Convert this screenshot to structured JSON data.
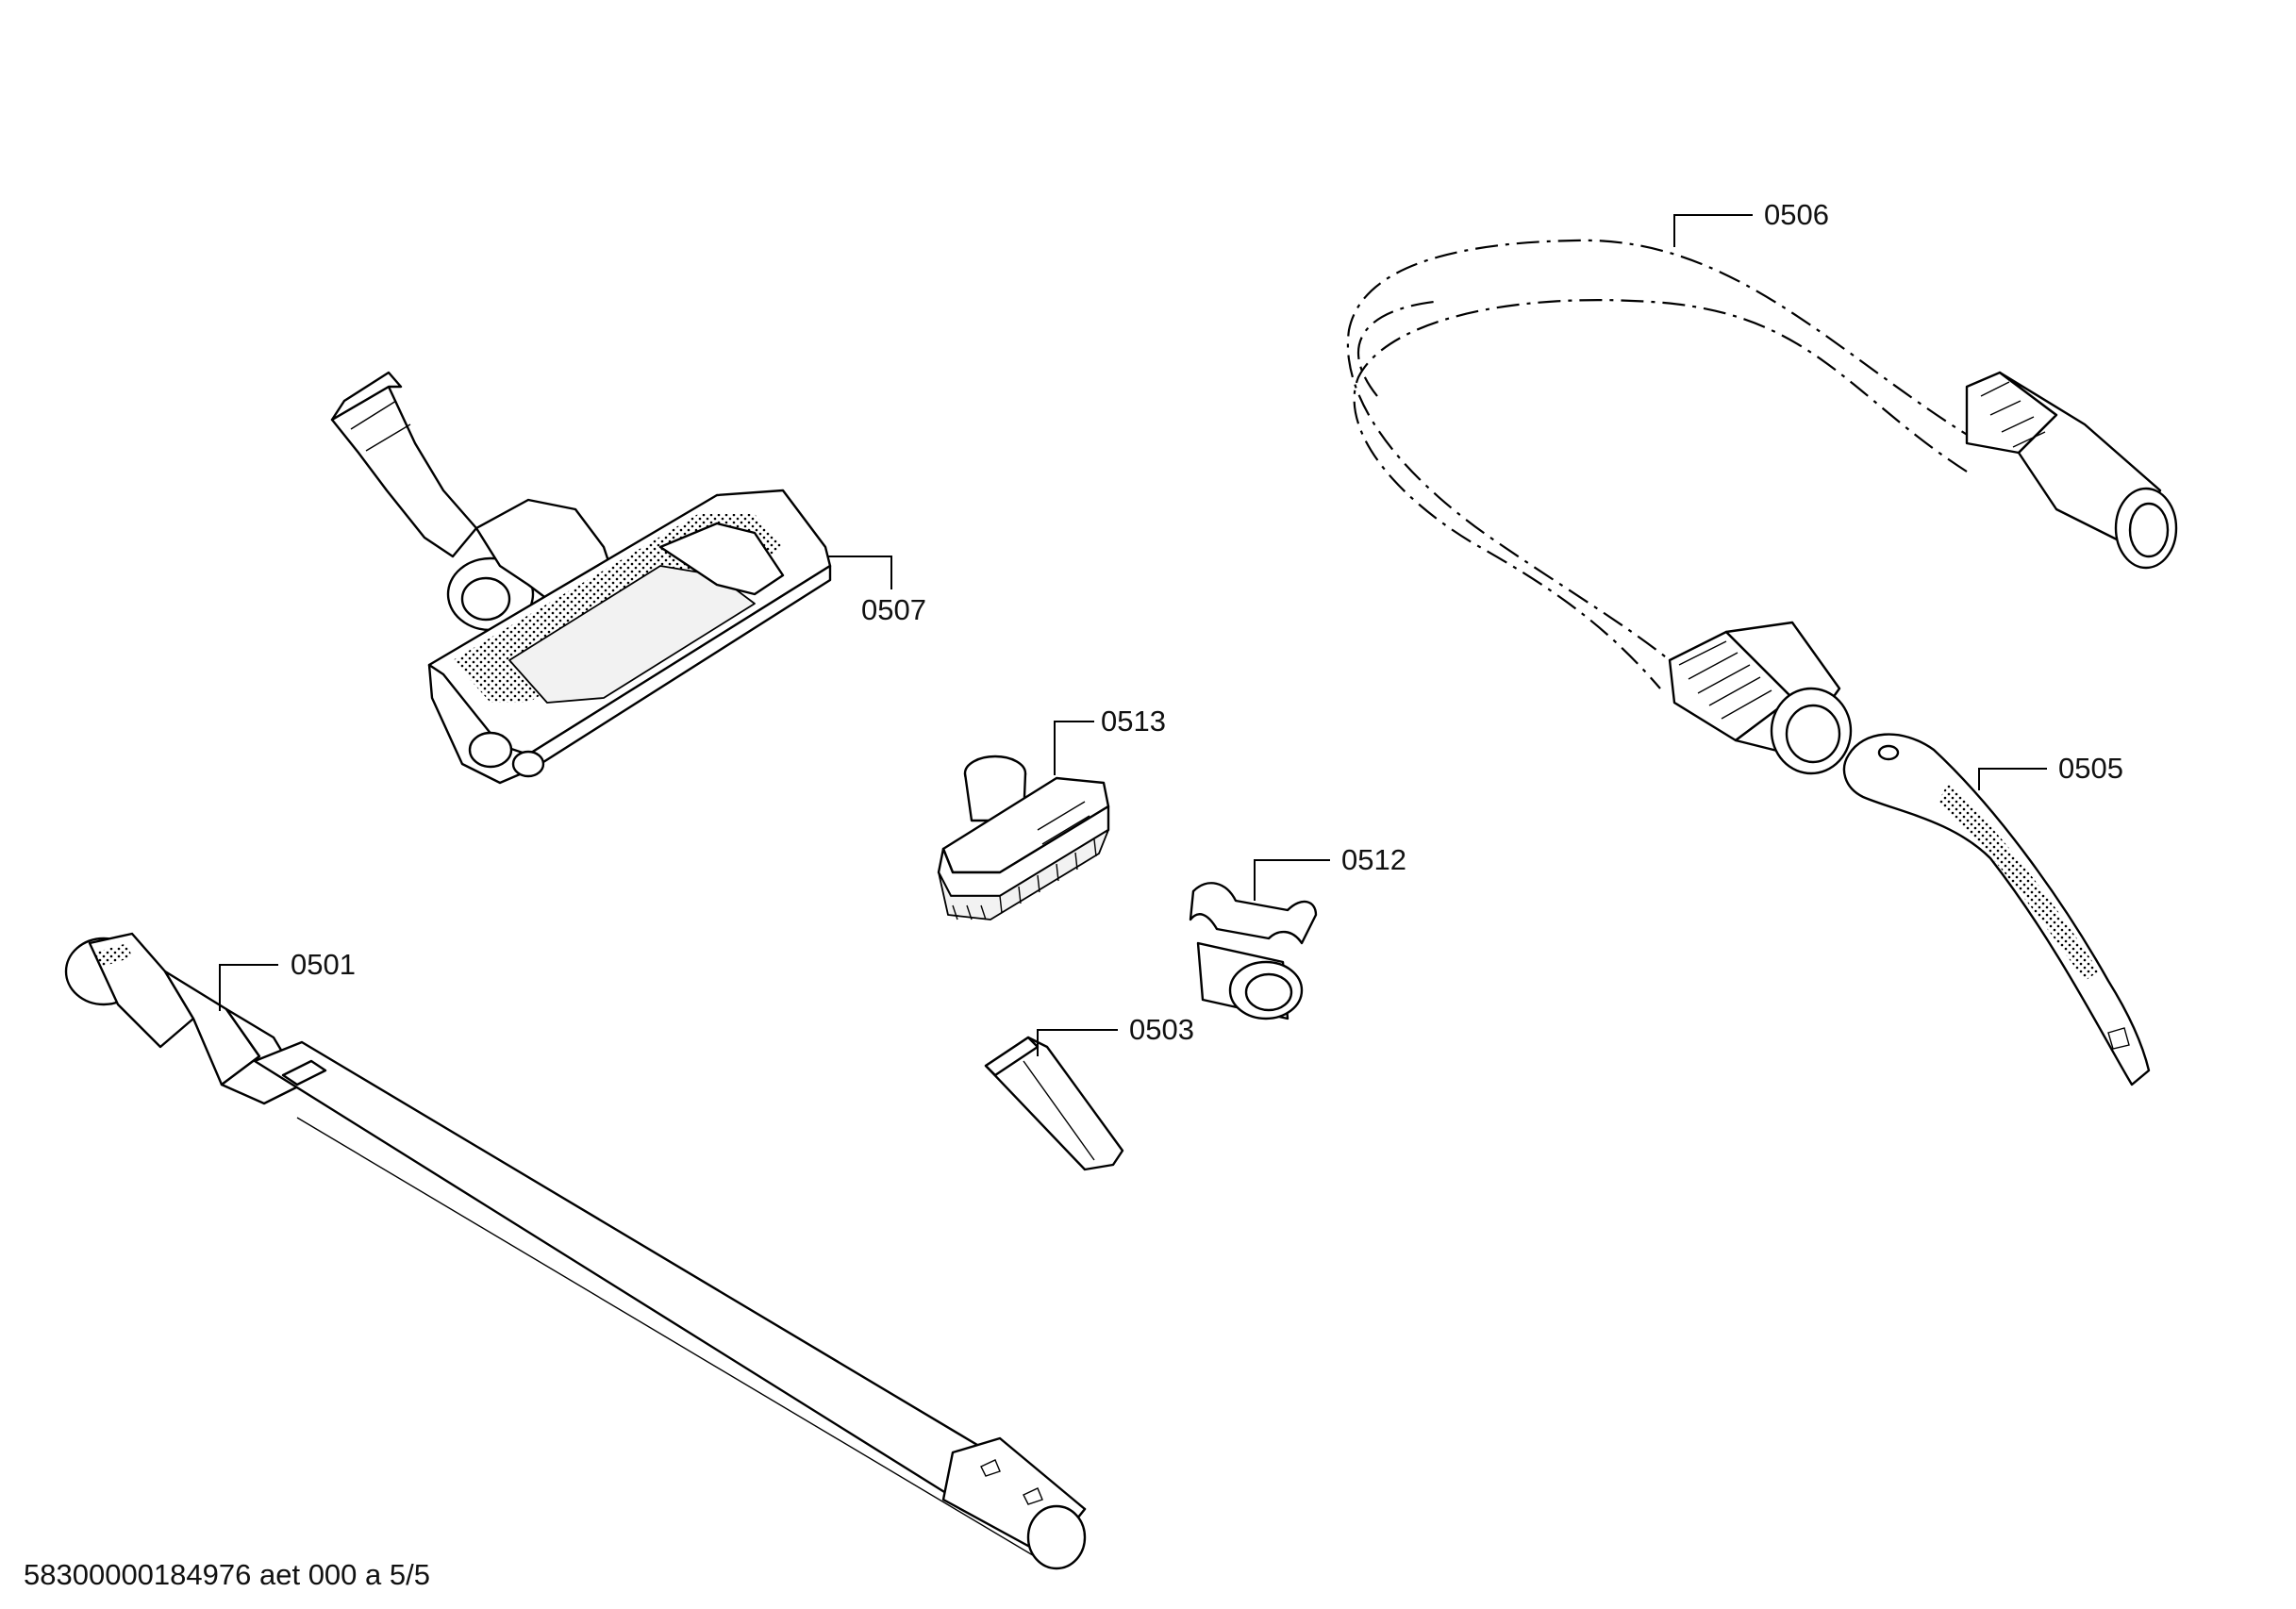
{
  "footer": {
    "doc_code": "58300000184976 aet 000 a 5/5"
  },
  "callouts": {
    "p0501": "0501",
    "p0503": "0503",
    "p0505": "0505",
    "p0506": "0506",
    "p0507": "0507",
    "p0512": "0512",
    "p0513": "0513"
  },
  "colors": {
    "line": "#000000",
    "background": "#ffffff"
  }
}
